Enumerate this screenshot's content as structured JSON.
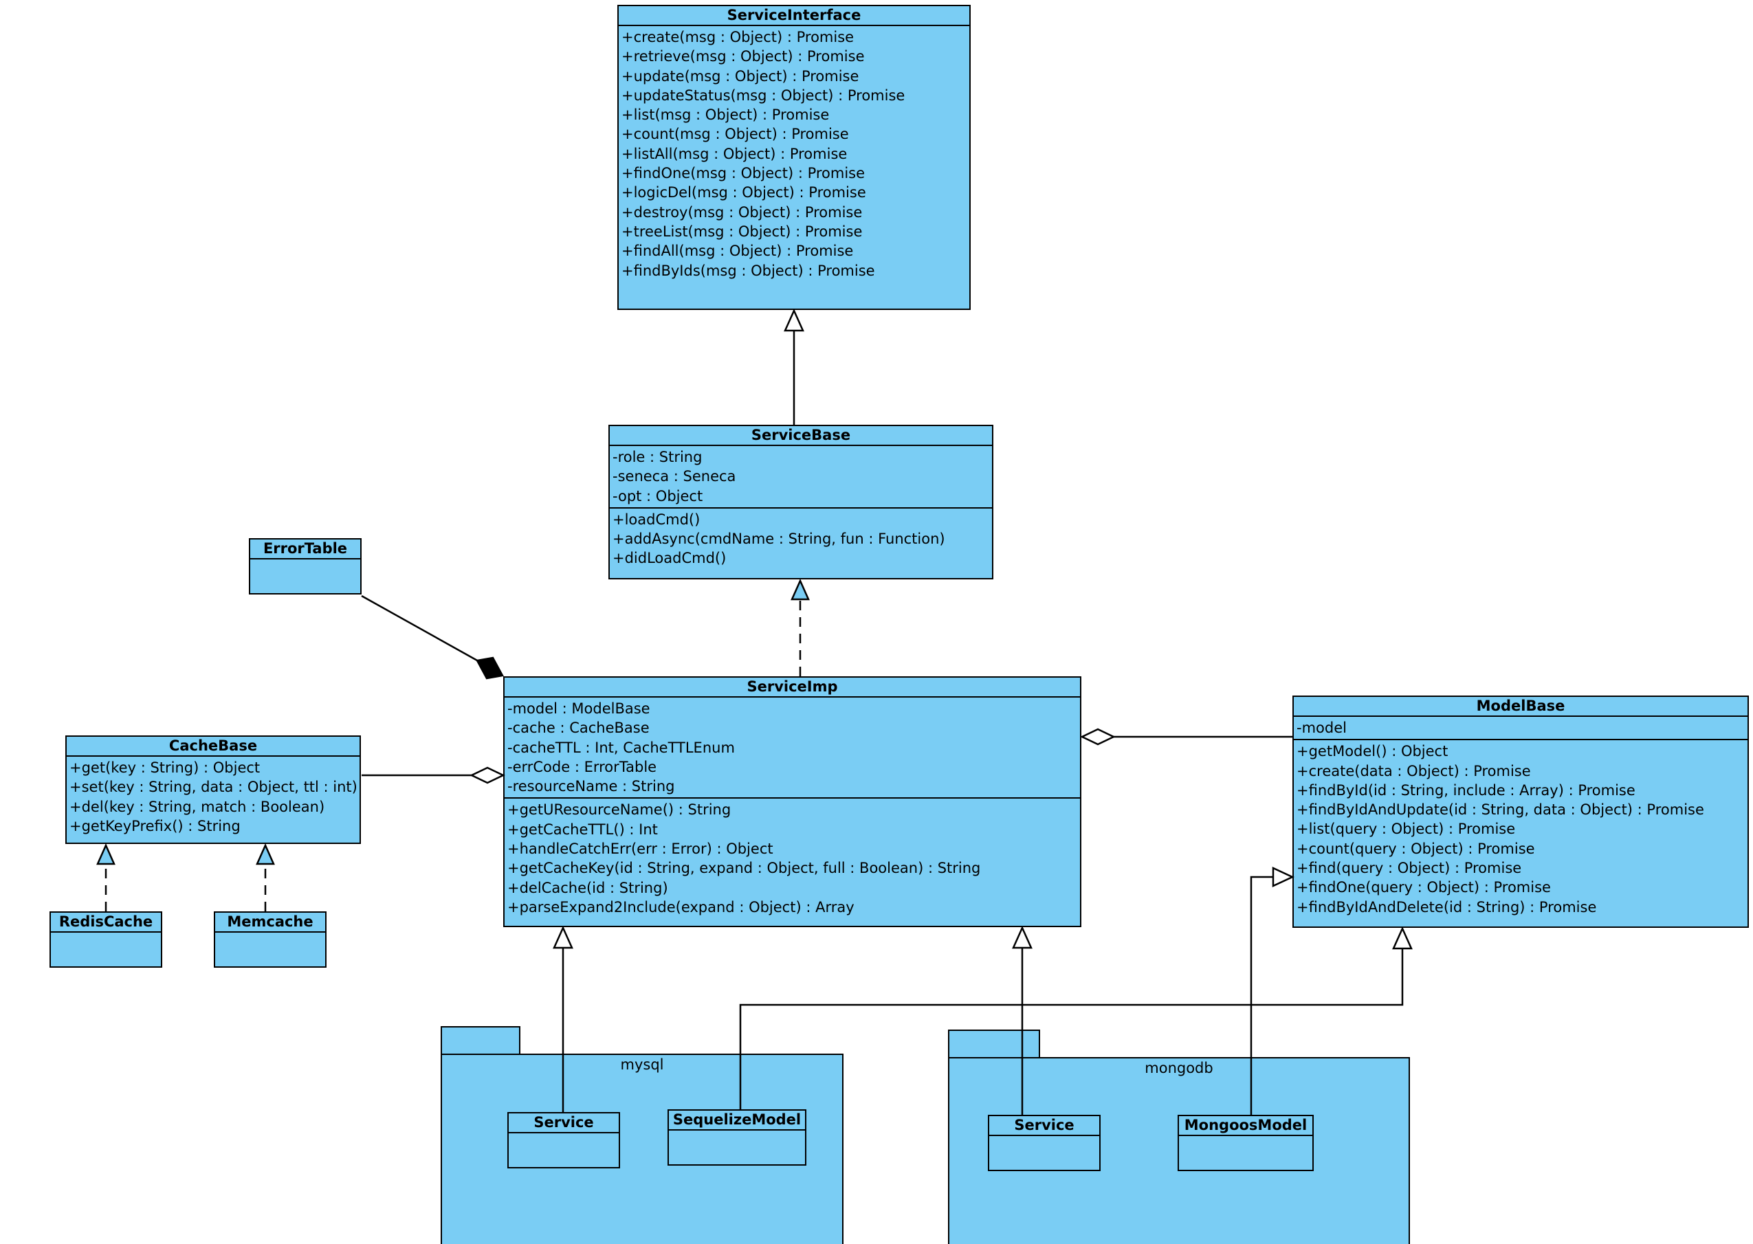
{
  "classes": {
    "service_interface": {
      "name": "ServiceInterface",
      "attributes": [],
      "operations": [
        "+create(msg : Object) : Promise",
        "+retrieve(msg : Object) : Promise",
        "+update(msg : Object) : Promise",
        "+updateStatus(msg : Object) : Promise",
        "+list(msg : Object) : Promise",
        "+count(msg : Object) : Promise",
        "+listAll(msg : Object) : Promise",
        "+findOne(msg : Object) : Promise",
        "+logicDel(msg : Object) : Promise",
        "+destroy(msg : Object) : Promise",
        "+treeList(msg : Object) : Promise",
        "+findAll(msg : Object) : Promise",
        "+findByIds(msg : Object) : Promise"
      ]
    },
    "service_base": {
      "name": "ServiceBase",
      "attributes": [
        "-role : String",
        "-seneca : Seneca",
        "-opt : Object"
      ],
      "operations": [
        "+loadCmd()",
        "+addAsync(cmdName : String, fun : Function)",
        "+didLoadCmd()"
      ]
    },
    "error_table": {
      "name": "ErrorTable"
    },
    "service_imp": {
      "name": "ServiceImp",
      "attributes": [
        "-model : ModelBase",
        "-cache : CacheBase",
        "-cacheTTL : Int, CacheTTLEnum",
        "-errCode : ErrorTable",
        "-resourceName : String"
      ],
      "operations": [
        "+getUResourceName() : String",
        "+getCacheTTL() : Int",
        "+handleCatchErr(err : Error) : Object",
        "+getCacheKey(id : String, expand : Object, full : Boolean) : String",
        "+delCache(id : String)",
        "+parseExpand2Include(expand : Object) : Array"
      ]
    },
    "cache_base": {
      "name": "CacheBase",
      "operations": [
        "+get(key : String) : Object",
        "+set(key : String, data : Object, ttl : int)",
        "+del(key : String, match : Boolean)",
        "+getKeyPrefix() : String"
      ]
    },
    "model_base": {
      "name": "ModelBase",
      "attributes": [
        "-model"
      ],
      "operations": [
        "+getModel() : Object",
        "+create(data : Object) : Promise",
        "+findById(id : String, include : Array) : Promise",
        "+findByIdAndUpdate(id : String, data : Object) : Promise",
        "+list(query : Object) : Promise",
        "+count(query : Object) : Promise",
        "+find(query : Object) : Promise",
        "+findOne(query : Object) : Promise",
        "+findByIdAndDelete(id : String) : Promise"
      ]
    },
    "redis_cache": {
      "name": "RedisCache"
    },
    "memcache": {
      "name": "Memcache"
    },
    "mysql_service": {
      "name": "Service"
    },
    "sequelize_model": {
      "name": "SequelizeModel"
    },
    "mongo_service": {
      "name": "Service"
    },
    "mongoos_model": {
      "name": "MongoosModel"
    }
  },
  "packages": {
    "mysql": {
      "name": "mysql"
    },
    "mongodb": {
      "name": "mongodb"
    }
  },
  "colors": {
    "fill": "#7acdf4",
    "stroke": "#000000"
  }
}
